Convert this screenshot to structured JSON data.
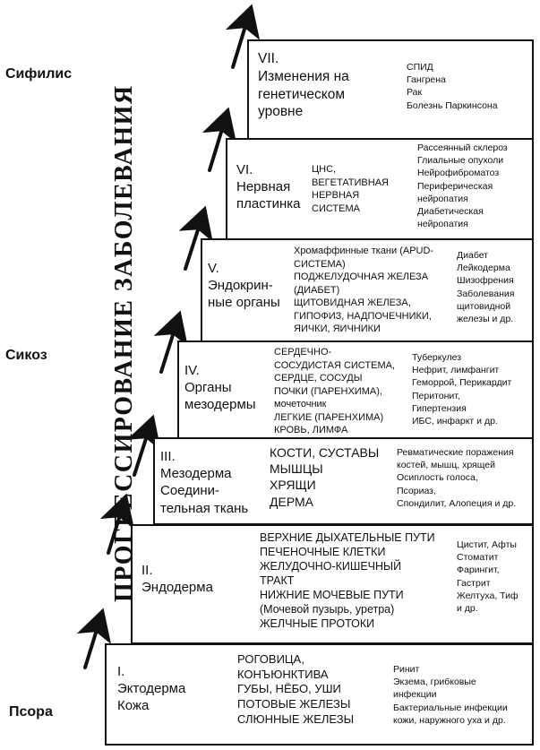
{
  "title": "ПРОГРЕССИРОВАНИЕ ЗАБОЛЕВАНИЯ",
  "miasms": {
    "syphilis": "Сифилис",
    "sycosis": "Сикоз",
    "psora": "Псора"
  },
  "stages": [
    {
      "label": "I.\nЭктодерма\nКожа",
      "organs": "РОГОВИЦА,\nКОНЪЮНКТИВА\nГУБЫ, НЁБО, УШИ\nПОТОВЫЕ ЖЕЛЕЗЫ\nСЛЮННЫЕ ЖЕЛЕЗЫ",
      "diseases": "Ринит\nЭкзема, грибковые\nинфекции\nБактериальные инфекции\nкожи, наружного уха и др."
    },
    {
      "label": "II.\nЭндодерма",
      "organs": "ВЕРХНИЕ ДЫХАТЕЛЬНЫЕ ПУТИ\nПЕЧЕНОЧНЫЕ КЛЕТКИ\nЖЕЛУДОЧНО-КИШЕЧНЫЙ\nТРАКТ\nНИЖНИЕ МОЧЕВЫЕ ПУТИ\n(Мочевой пузырь, уретра)\nЖЕЛЧНЫЕ ПРОТОКИ",
      "diseases": "Цистит, Афты\nСтоматит\nФарингит,\nГастрит\nЖелтуха, Тиф\nи др."
    },
    {
      "label": "III.\nМезодерма\nСоедини-\nтельная ткань",
      "organs": "КОСТИ, СУСТАВЫ\nМЫШЦЫ\nХРЯЩИ\nДЕРМА",
      "diseases": "Ревматические поражения\nкостей, мышц, хрящей\nОсиплость голоса,\nПсориаз,\nСпондилит, Алопеция и др."
    },
    {
      "label": "IV.\nОрганы\nмезодермы",
      "organs": "СЕРДЕЧНО-\nСОСУДИСТАЯ СИСТЕМА,\nСЕРДЦЕ, СОСУДЫ\nПОЧКИ (ПАРЕНХИМА),\nмочеточник\nЛЕГКИЕ (ПАРЕНХИМА)\nКРОВЬ, ЛИМФА",
      "diseases": "Туберкулез\nНефрит, лимфангит\nГеморрой, Перикардит\nПеритонит,\nГипертензия\nИБС, инфаркт и др."
    },
    {
      "label": "V.\nЭндокрин-\nные органы",
      "organs": "Хромаффинные ткани (APUD-\nСИСТЕМА)\nПОДЖЕЛУДОЧНАЯ ЖЕЛЕЗА\n(ДИАБЕТ)\nЩИТОВИДНАЯ ЖЕЛЕЗА,\nГИПОФИЗ, НАДПОЧЕЧНИКИ,\nЯИЧКИ, ЯИЧНИКИ",
      "diseases": "Диабет\nЛейкодерма\nШизофрения\nЗаболевания\nщитовидной\nжелезы и др."
    },
    {
      "label": "VI.\nНервная\nпластинка",
      "organs": "ЦНС,\nВЕГЕТАТИВНАЯ\nНЕРВНАЯ\nСИСТЕМА",
      "diseases": "Рассеянный склероз\nГлиальные опухоли\nНейрофиброматоз\nПериферическая\nнейропатия\nДиабетическая\nнейропатия"
    },
    {
      "label": "VII.\nИзменения на\nгенетическом\nуровне",
      "organs": "",
      "diseases": "СПИД\nГангрена\nРак\nБолезнь Паркинсона"
    }
  ]
}
